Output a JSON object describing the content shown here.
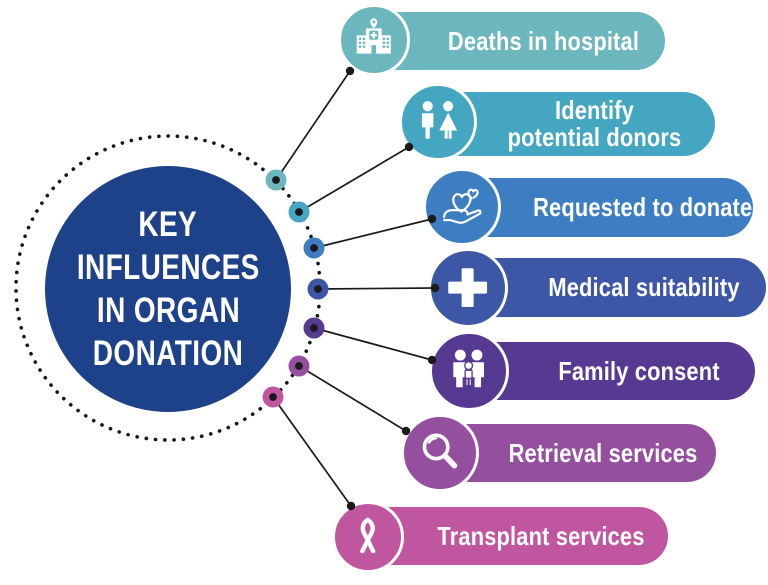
{
  "center": {
    "lines": [
      "KEY",
      "INFLUENCES",
      "IN ORGAN",
      "DONATION"
    ],
    "text": "KEY INFLUENCES IN ORGAN DONATION",
    "bg": "#1e4289"
  },
  "ring_color": "#151515",
  "line_color": "#1a1a1a",
  "items": [
    {
      "label": "Deaths in hospital",
      "icon": "hospital-icon",
      "color": "#6cb7bd"
    },
    {
      "label": "Identify potential donors",
      "icon": "man-woman-icon",
      "color": "#45a6c2"
    },
    {
      "label": "Requested to donate",
      "icon": "hand-hearts-icon",
      "color": "#3d7ec2"
    },
    {
      "label": "Medical suitability",
      "icon": "medical-cross-icon",
      "color": "#3d57a6"
    },
    {
      "label": "Family consent",
      "icon": "family-icon",
      "color": "#563a92"
    },
    {
      "label": "Retrieval services",
      "icon": "magnifier-icon",
      "color": "#944f9f"
    },
    {
      "label": "Transplant services",
      "icon": "ribbon-icon",
      "color": "#c156a0"
    }
  ]
}
